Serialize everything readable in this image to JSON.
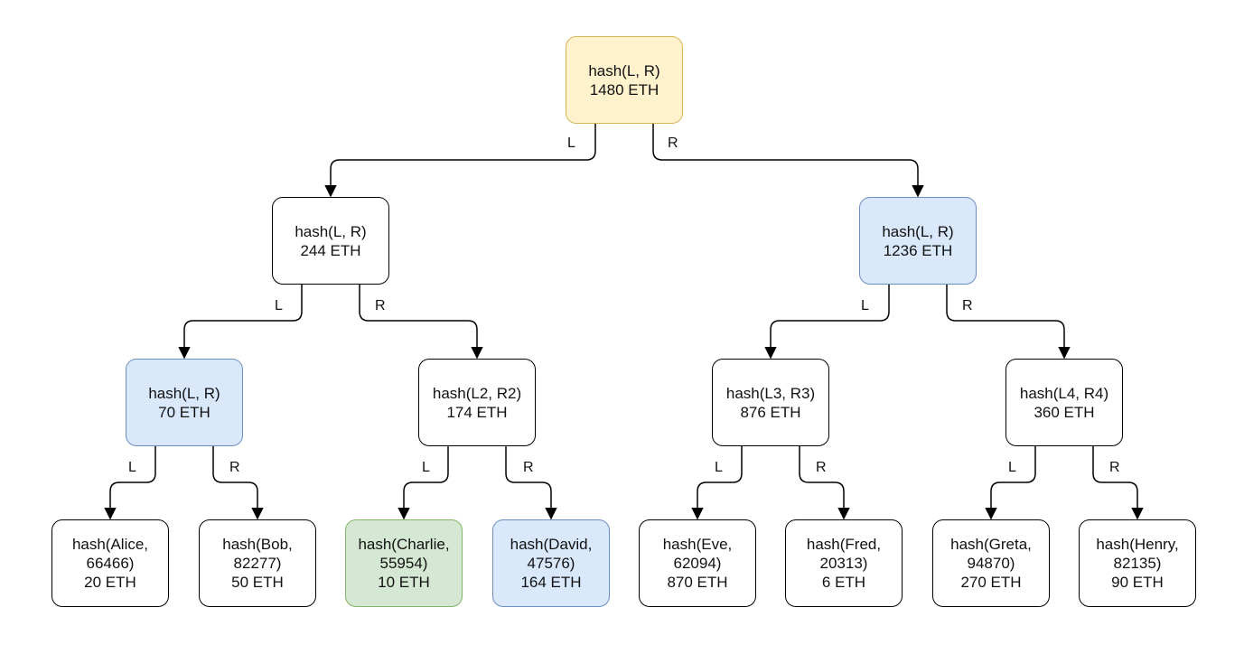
{
  "colors": {
    "gold_fill": "#fff2cc",
    "gold_border": "#d6b656",
    "blue_fill": "#dae8fc",
    "blue_border": "#6c8ebf",
    "green_fill": "#d5e8d4",
    "green_border": "#82b366",
    "edge": "#000000"
  },
  "nodes": {
    "root": {
      "line1": "hash(L, R)",
      "line2": "1480 ETH"
    },
    "l1_left": {
      "line1": "hash(L, R)",
      "line2": "244 ETH"
    },
    "l1_right": {
      "line1": "hash(L, R)",
      "line2": "1236 ETH"
    },
    "l2_a": {
      "line1": "hash(L, R)",
      "line2": "70 ETH"
    },
    "l2_b": {
      "line1": "hash(L2, R2)",
      "line2": "174 ETH"
    },
    "l2_c": {
      "line1": "hash(L3, R3)",
      "line2": "876 ETH"
    },
    "l2_d": {
      "line1": "hash(L4, R4)",
      "line2": "360 ETH"
    },
    "leaf_alice": {
      "line1": "hash(Alice,",
      "line2": "66466)",
      "line3": "20 ETH"
    },
    "leaf_bob": {
      "line1": "hash(Bob,",
      "line2": "82277)",
      "line3": "50 ETH"
    },
    "leaf_charlie": {
      "line1": "hash(Charlie,",
      "line2": "55954)",
      "line3": "10 ETH"
    },
    "leaf_david": {
      "line1": "hash(David,",
      "line2": "47576)",
      "line3": "164 ETH"
    },
    "leaf_eve": {
      "line1": "hash(Eve,",
      "line2": "62094)",
      "line3": "870 ETH"
    },
    "leaf_fred": {
      "line1": "hash(Fred,",
      "line2": "20313)",
      "line3": "6 ETH"
    },
    "leaf_greta": {
      "line1": "hash(Greta,",
      "line2": "94870)",
      "line3": "270 ETH"
    },
    "leaf_henry": {
      "line1": "hash(Henry,",
      "line2": "82135)",
      "line3": "90 ETH"
    }
  },
  "edge_labels": {
    "left": "L",
    "right": "R"
  }
}
